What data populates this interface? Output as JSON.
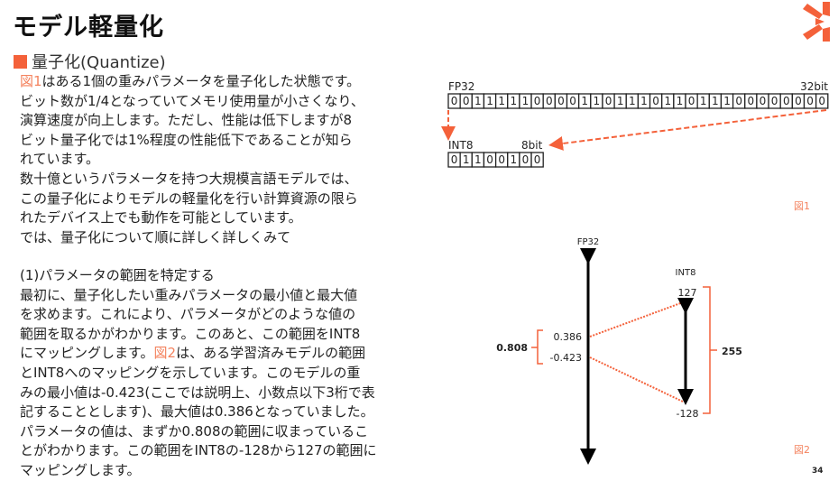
{
  "title": "モデル軽量化",
  "section_heading": "量子化(Quantize)",
  "paragraph1": {
    "ref": "図1",
    "first_line_rest": "はある1個の重みパラメータを量子化した状態です。",
    "lines": [
      "ビット数が1/4となっていてメモリ使用量が小さくなり、",
      "演算速度が向上します。ただし、性能は低下しますが8",
      "ビット量子化では1%程度の性能低下であることが知ら",
      "れています。",
      "数十億というパラメータを持つ大規模言語モデルでは、",
      "この量子化によりモデルの軽量化を行い計算資源の限ら",
      "れたデバイス上でも動作を可能としています。",
      "では、量子化について順に詳しく詳しくみて"
    ]
  },
  "paragraph2": {
    "lines_before_ref": [
      "(1)パラメータの範囲を特定する",
      "最初に、量子化したい重みパラメータの最小値と最大値",
      "を求めます。これにより、パラメータがどのような値の",
      "範囲を取るかがわかります。このあと、この範囲をINT8"
    ],
    "ref_line_start": "にマッピングします。",
    "ref": "図2",
    "ref_line_rest": "は、ある学習済みモデルの範囲",
    "lines_after_ref": [
      "とINT8へのマッピングを示しています。このモデルの重",
      "みの最小値は-0.423(ここでは説明上、小数点以下3桁で表",
      "記することとします)、最大値は0.386となっていました。",
      "パラメータの値は、まずか0.808の範囲に収まっているこ",
      "とがわかります。この範囲をINT8の-128から127の範囲に",
      "マッピングします。"
    ]
  },
  "figure1": {
    "fp32_label": "FP32",
    "fp32_bits_label": "32bit",
    "fp32_bits": "00111110000110111011011100000000",
    "int8_label": "INT8",
    "int8_bits_label": "8bit",
    "int8_bits": "01100100",
    "caption": "図1"
  },
  "figure2": {
    "fp32_label": "FP32",
    "int8_label": "INT8",
    "fp32_max": "0.386",
    "fp32_min": "-0.423",
    "fp32_range": "0.808",
    "int8_max": "127",
    "int8_min": "-128",
    "int8_range": "255",
    "caption": "図2"
  },
  "page_number": "34",
  "colors": {
    "accent": "#f4613a",
    "ref": "#f4835f",
    "text": "#222222"
  }
}
